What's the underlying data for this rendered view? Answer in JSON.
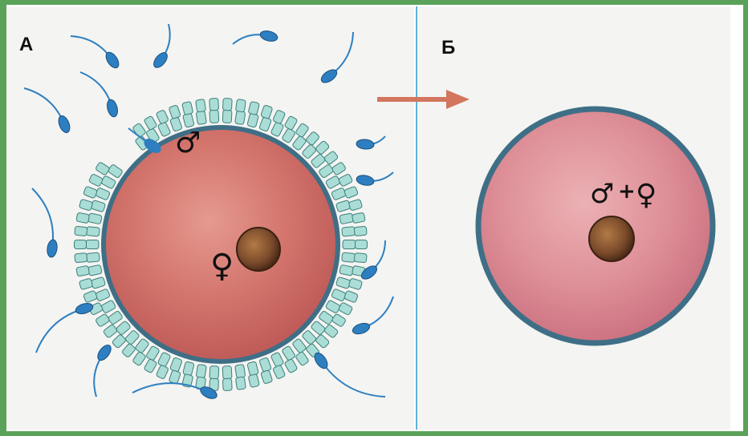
{
  "panels": {
    "a": {
      "label": "А"
    },
    "b": {
      "label": "Б"
    }
  },
  "symbols": {
    "male": "♂",
    "female": "♀",
    "combined_male": "♂",
    "combined_plus": "+",
    "combined_female": "♀"
  },
  "colors": {
    "frame_green": "#5aa25a",
    "egg_red": "#cf6d66",
    "membrane": "#3f6f86",
    "follicle_cells": "#a9ddd6",
    "sperm_blue": "#2d7fc1",
    "nucleus": "#7a4a2b",
    "arrow": "#d2775d",
    "divider": "#5fb2d6"
  },
  "icons": [
    "sperm-icon",
    "male-symbol",
    "female-symbol",
    "arrow-right"
  ]
}
